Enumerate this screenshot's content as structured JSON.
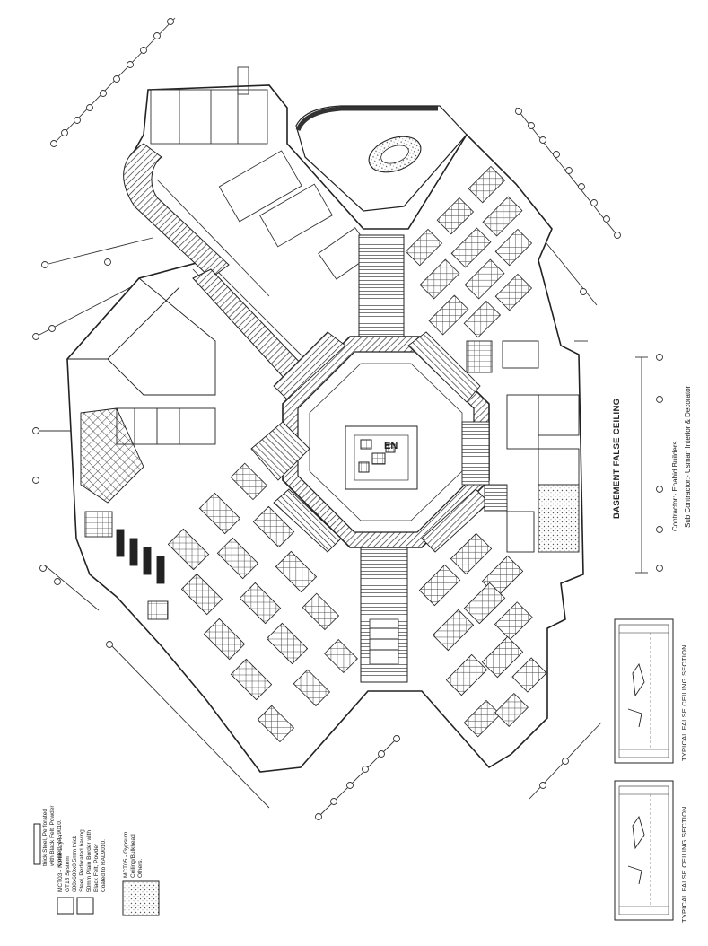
{
  "drawing": {
    "title": "BASEMENT FALSE CEILING",
    "contractor": "Contractor:- Enahid Builders",
    "sub_contractor": "Sub Contractor:- Usman Interior & Decorator",
    "central_plate": "EN"
  },
  "sections": [
    {
      "caption": "TYPICAL FALSE CEILING SECTION"
    },
    {
      "caption": "TYPICAL FALSE CEILING SECTION"
    }
  ],
  "legend": [
    {
      "symbol": "perforated-strip",
      "lines": [
        "thick Steel, Perforated",
        "with Black Felt, Powder",
        "Coated RAL9010."
      ]
    },
    {
      "symbol": "tile-squares",
      "lines": [
        "MCT03 - Nortle Lay-In",
        "GT15 System",
        "600x600x0.5mm thick",
        "Steel, Perforated having",
        "50mm Plain Border with",
        "Black Felt, Powder",
        "Coated to RAL9010."
      ]
    },
    {
      "symbol": "gypsum-dots",
      "lines": [
        "MCT05 - Gypsum",
        "Ceiling/Bulkhead",
        "Others."
      ]
    }
  ],
  "colors": {
    "ink": "#222222",
    "paper": "#ffffff",
    "hatch": "#3a3a3a"
  }
}
